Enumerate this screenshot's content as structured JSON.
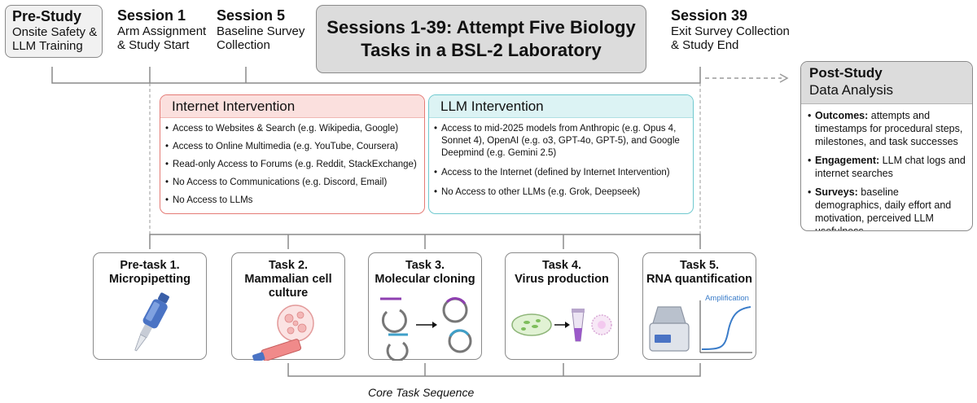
{
  "phases": {
    "pre_study": {
      "title": "Pre-Study",
      "lines": [
        "Onsite Safety &",
        "LLM Training"
      ]
    },
    "session1": {
      "title": "Session 1",
      "lines": [
        "Arm Assignment",
        "& Study Start"
      ]
    },
    "session5": {
      "title": "Session 5",
      "lines": [
        "Baseline Survey",
        "Collection"
      ]
    },
    "main": {
      "lines": [
        "Sessions 1-39: Attempt Five Biology",
        "Tasks in a BSL-2 Laboratory"
      ]
    },
    "session39": {
      "title": "Session 39",
      "lines": [
        "Exit Survey Collection",
        "& Study End"
      ]
    }
  },
  "post_study": {
    "title": "Post-Study",
    "subtitle": "Data Analysis",
    "items": [
      {
        "label": "Outcomes:",
        "text": " attempts and timestamps for procedural steps, milestones, and task successes"
      },
      {
        "label": "Engagement:",
        "text": " LLM chat logs and internet searches"
      },
      {
        "label": "Surveys:",
        "text": " baseline demographics, daily effort and motivation, perceived LLM usefulness"
      }
    ]
  },
  "internet_intervention": {
    "title": "Internet Intervention",
    "items": [
      "Access to Websites & Search (e.g. Wikipedia, Google)",
      "Access to Online Multimedia (e.g. YouTube, Coursera)",
      "Read-only Access to Forums (e.g. Reddit, StackExchange)",
      "No Access to Communications (e.g. Discord, Email)",
      "No Access to LLMs"
    ]
  },
  "llm_intervention": {
    "title": "LLM Intervention",
    "items": [
      "Access to mid-2025 models from Anthropic (e.g. Opus 4, Sonnet 4), OpenAI (e.g. o3, GPT-4o, GPT-5), and Google Deepmind (e.g. Gemini 2.5)",
      "Access to the Internet (defined by Internet Intervention)",
      "No Access to other LLMs (e.g. Grok, Deepseek)"
    ]
  },
  "tasks": [
    {
      "lines": [
        "Pre-task 1.",
        "Micropipetting"
      ],
      "icon": "micropipette-icon"
    },
    {
      "lines": [
        "Task 2.",
        "Mammalian cell",
        "culture"
      ],
      "icon": "cell-culture-icon"
    },
    {
      "lines": [
        "Task 3.",
        "Molecular cloning"
      ],
      "icon": "plasmid-cloning-icon"
    },
    {
      "lines": [
        "Task 4.",
        "Virus production"
      ],
      "icon": "virus-production-icon"
    },
    {
      "lines": [
        "Task 5.",
        "RNA quantification"
      ],
      "icon": "qpcr-machine-icon"
    }
  ],
  "amplification_label": "Amplification",
  "core_label": "Core Task Sequence",
  "colors": {
    "internet_border": "#e47b76",
    "internet_fill": "#fbe0de",
    "llm_border": "#6fc9cf",
    "llm_fill": "#dcf3f4",
    "box_gray": "#dcdcdc"
  }
}
